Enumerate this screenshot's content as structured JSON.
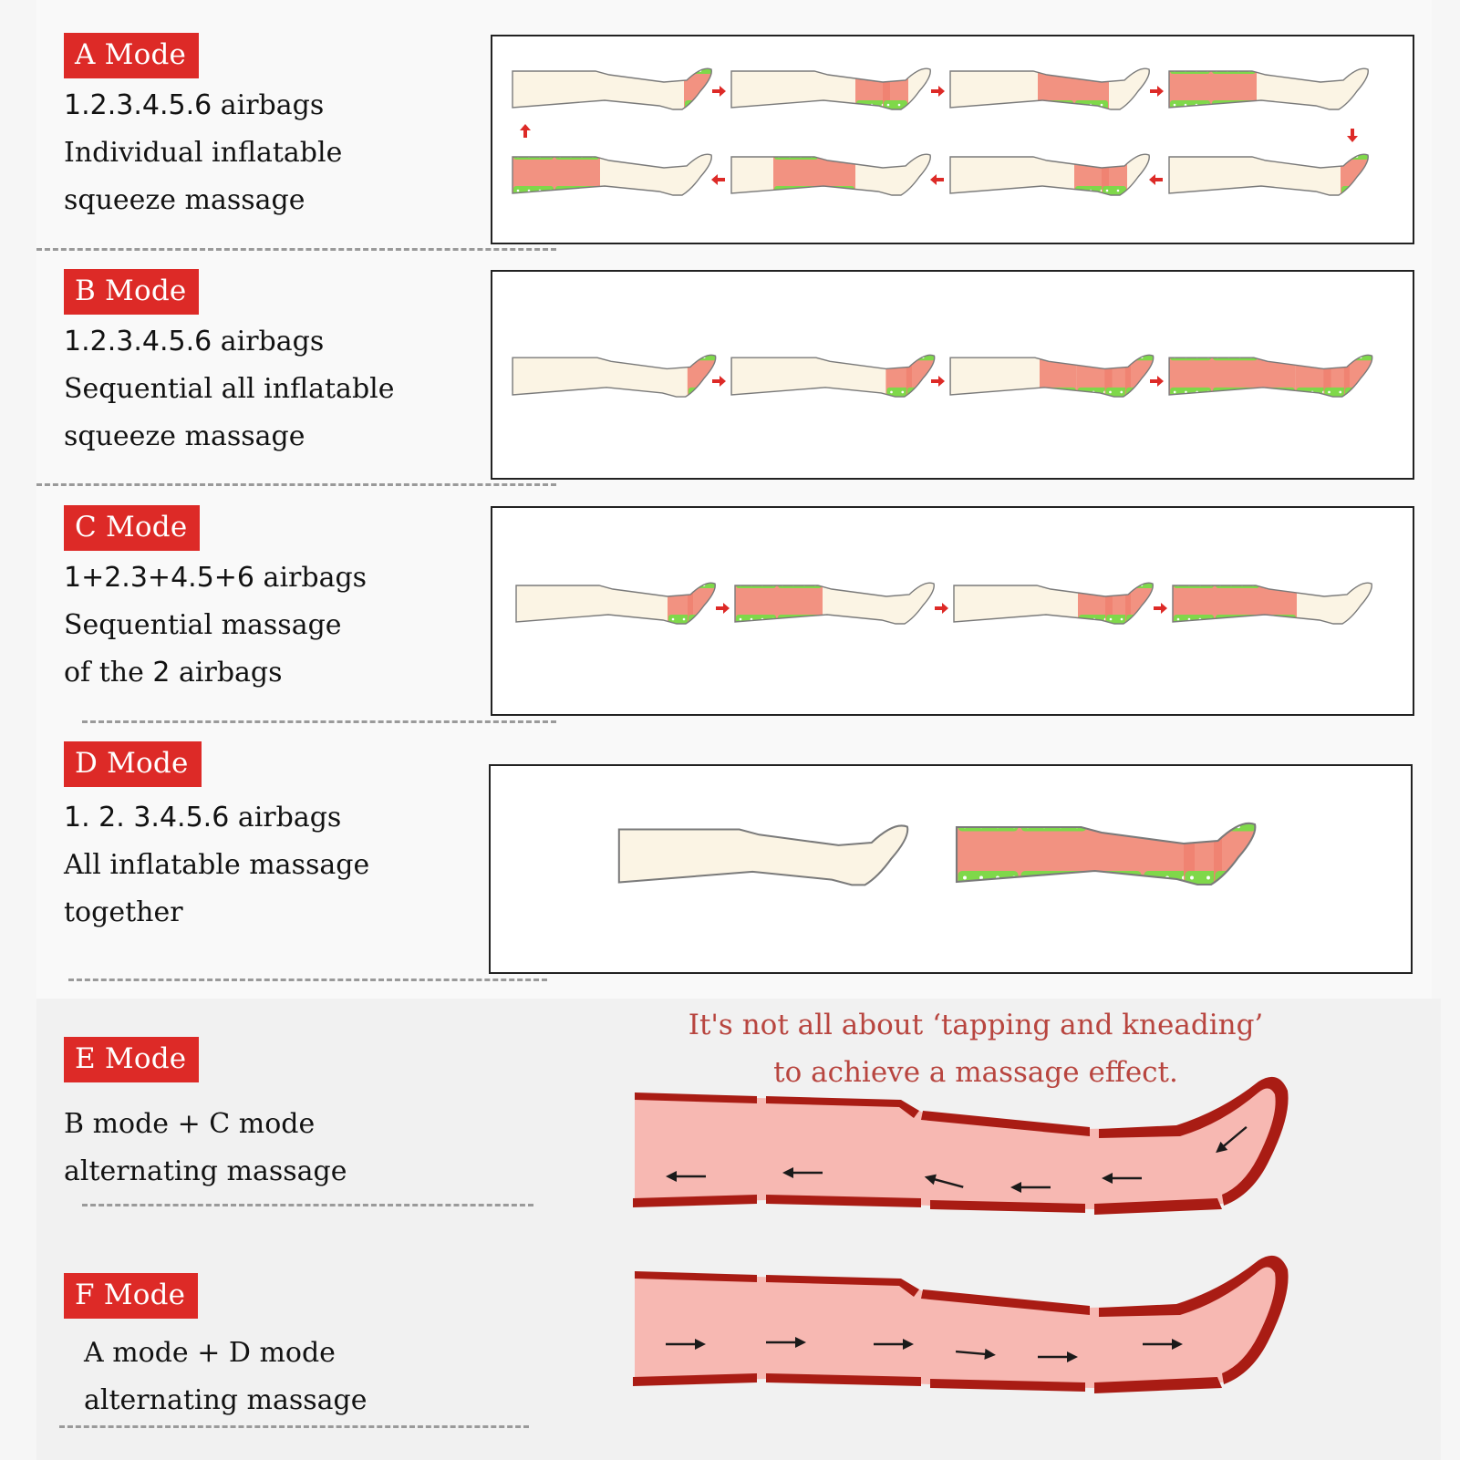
{
  "modes": [
    {
      "label": "A Mode",
      "line1_num": "1.2.3.4.5.6",
      "line1_rest": " airbags",
      "line2": "Individual inflatable",
      "line3": "squeeze massage"
    },
    {
      "label": "B Mode",
      "line1_num": "1.2.3.4.5.6",
      "line1_rest": " airbags",
      "line2": "Sequential all inflatable",
      "line3": "squeeze massage"
    },
    {
      "label": "C Mode",
      "line1_num": "1+2.3+4.5+6",
      "line1_rest": " airbags",
      "line2": "Sequential massage",
      "line3_pre": "of the ",
      "line3_num": "2",
      "line3_post": " airbags"
    },
    {
      "label": "D Mode",
      "line1_num": "1. 2. 3.4.5.6",
      "line1_rest": " airbags",
      "line2": "All inflatable massage",
      "line3": "together"
    },
    {
      "label": "E Mode",
      "line1": "B mode + C mode",
      "line2": "alternating massage"
    },
    {
      "label": "F Mode",
      "line1": "A mode + D mode",
      "line2": "alternating massage"
    }
  ],
  "slogan": {
    "line1": "It's not all about ‘tapping and kneading’",
    "line2": "to achieve a massage effect."
  },
  "colors": {
    "badge": "#dd2a27",
    "airbag_green": "#7fd84a",
    "inflated_red": "#f08070",
    "leg_cream": "#fbf4e4",
    "dark_red": "#a91c14",
    "pink": "#f7b8b2"
  }
}
